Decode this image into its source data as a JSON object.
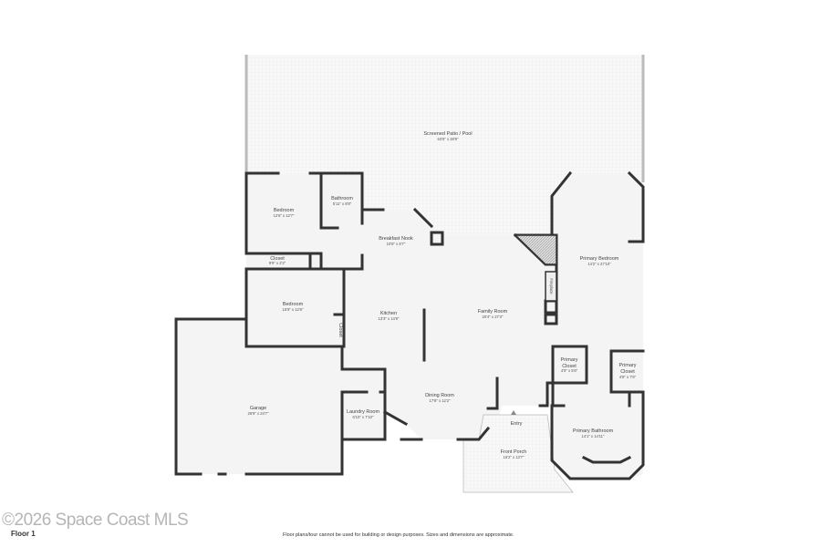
{
  "floor_label": "Floor 1",
  "watermark": "©2026 Space Coast MLS",
  "disclaimer": "Floor plans/tour cannot be used for building or design purposes. Sizes and dimensions are approximate.",
  "rooms": {
    "patio": {
      "name": "Screened Patio / Pool",
      "dim": "63'8\" x 28'9\""
    },
    "bedroom1": {
      "name": "Bedroom",
      "dim": "12'6\" x 12'7\""
    },
    "bathroom": {
      "name": "Bathroom",
      "dim": "5'11\" x 8'8\""
    },
    "closet": {
      "name": "Closet",
      "dim": "9'9\" x 2'2\""
    },
    "bedroom2": {
      "name": "Bedroom",
      "dim": "15'9\" x 12'6\""
    },
    "closet2": {
      "name": "Closet"
    },
    "nook": {
      "name": "Breakfast Nook",
      "dim": "10'8\" x 8'7\""
    },
    "kitchen": {
      "name": "Kitchen",
      "dim": "13'3\" x 14'9\""
    },
    "family": {
      "name": "Family Room",
      "dim": "20'4\" x 27'3\""
    },
    "fireplace": {
      "name": "Fireplace"
    },
    "primary_bedroom": {
      "name": "Primary Bedroom",
      "dim": "14'2\" x 27'10\""
    },
    "primary_closet1": {
      "name1": "Primary",
      "name2": "Closet",
      "dim": "4'9\" x 5'6\""
    },
    "primary_closet2": {
      "name1": "Primary",
      "name2": "Closet",
      "dim": "4'9\" x 7'6\""
    },
    "primary_bathroom": {
      "name": "Primary Bathroom",
      "dim": "14'1\" x 14'11\""
    },
    "garage": {
      "name": "Garage",
      "dim": "26'9\" x 24'7\""
    },
    "laundry": {
      "name": "Laundry Room",
      "dim": "6'10\" x 7'10\""
    },
    "dining": {
      "name": "Dining Room",
      "dim": "17'8\" x 12'2\""
    },
    "entry": {
      "name": "Entry"
    },
    "porch": {
      "name": "Front Porch",
      "dim": "16'2\" x 13'7\""
    }
  }
}
